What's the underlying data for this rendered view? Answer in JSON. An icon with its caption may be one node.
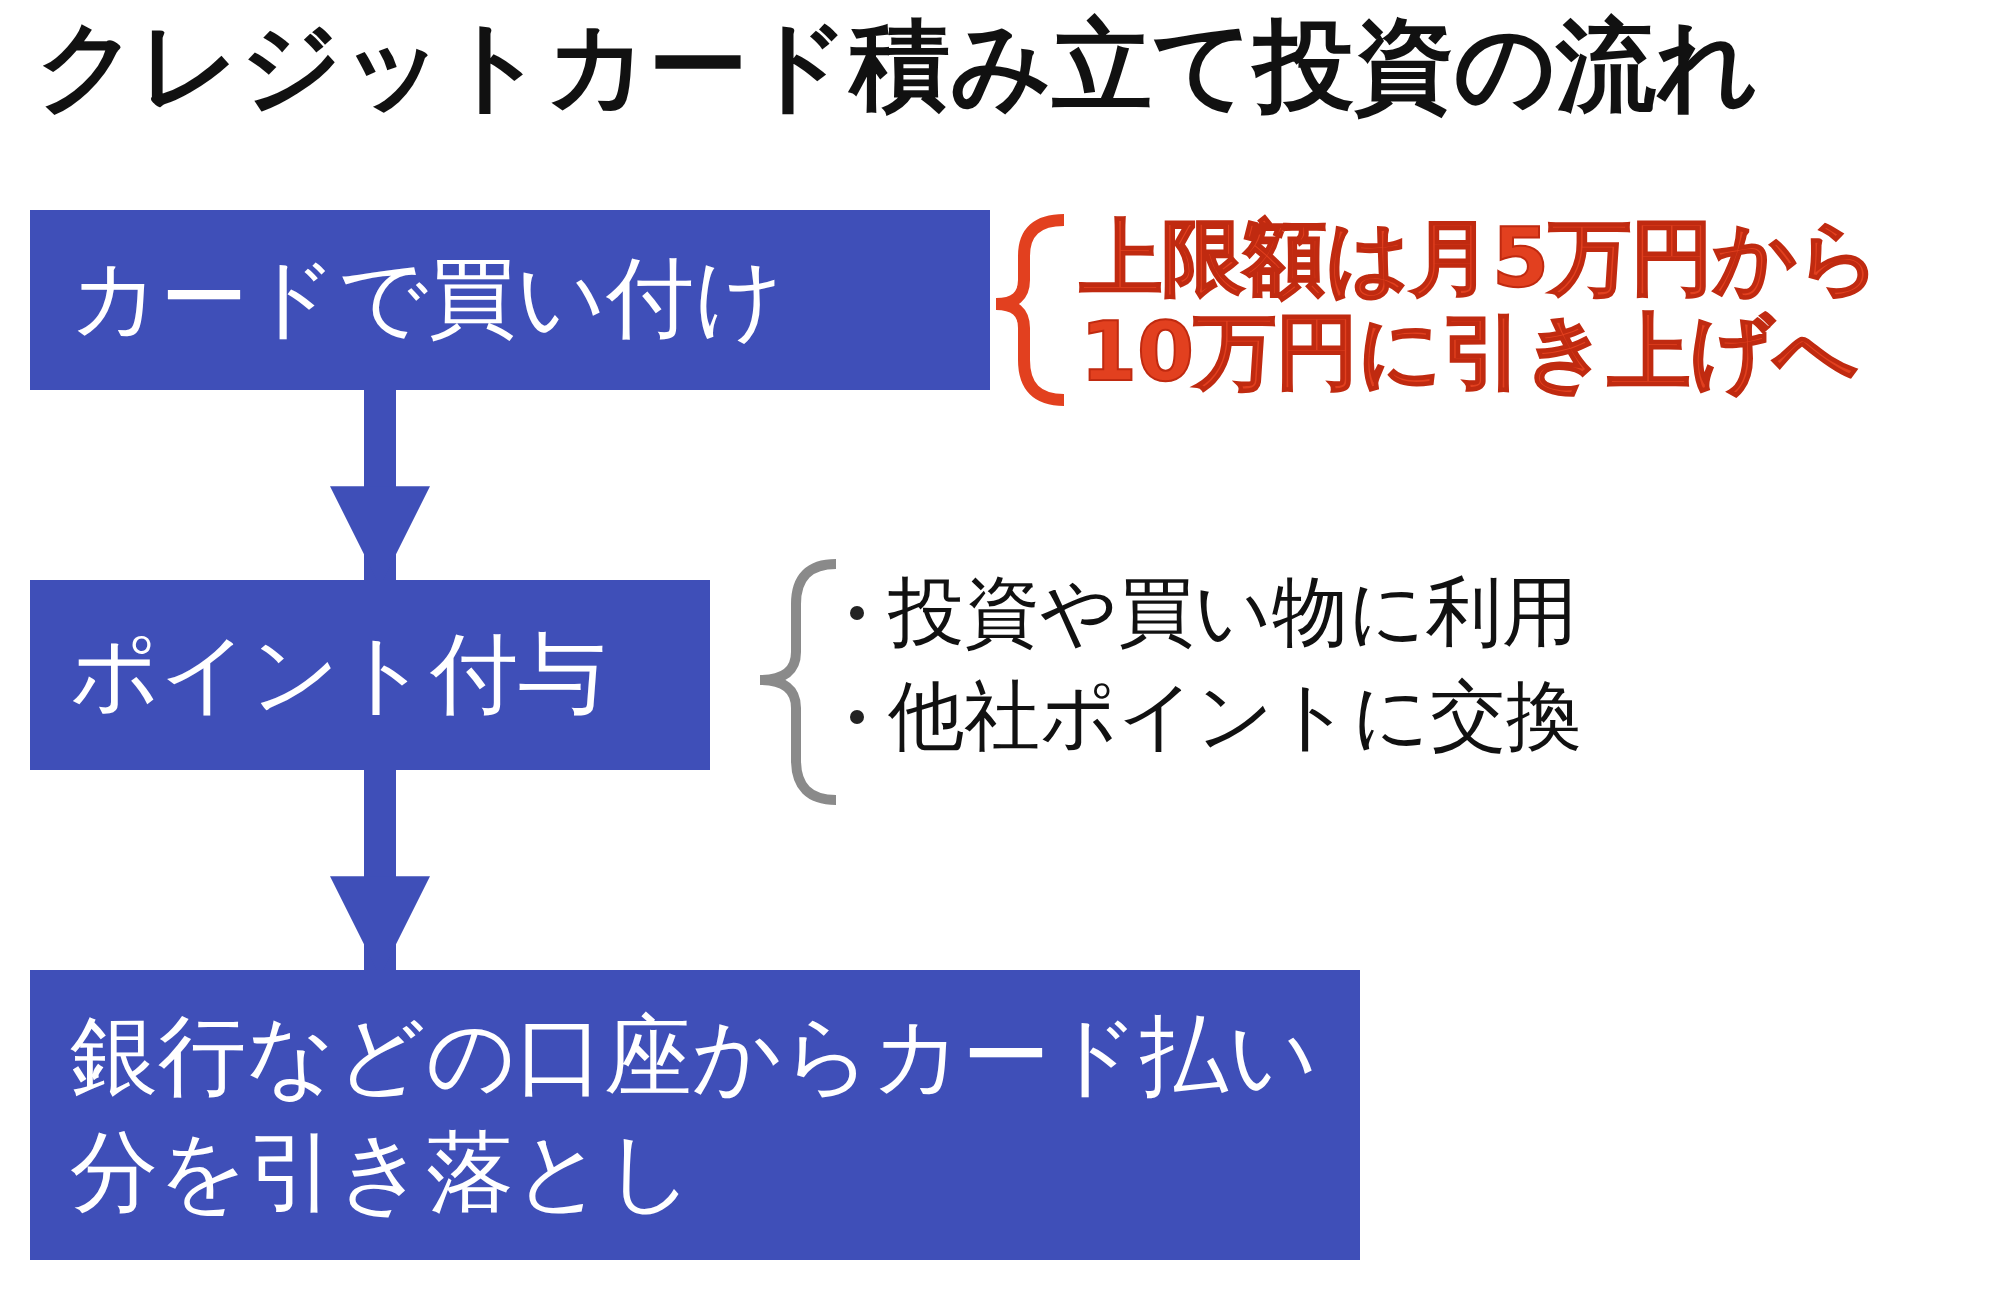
{
  "diagram": {
    "title": "クレジットカード積み立て投資の流れ",
    "nodes": [
      {
        "text": [
          "カードで買い付け"
        ],
        "beside": [
          "上限額は月5万円から10万円に引き上げへ"
        ]
      },
      {
        "text": [
          "ポイント付与"
        ],
        "beside": [
          "投資や買い物に利用",
          "他社ポイントに交換"
        ]
      },
      {
        "text": [
          "銀行などの口座からカード払い分を引き落とし"
        ]
      }
    ],
    "edges": [
      {
        "from": 0,
        "to": 1,
        "arrow": "to"
      },
      {
        "from": 1,
        "to": 2,
        "arrow": "to"
      }
    ]
  }
}
